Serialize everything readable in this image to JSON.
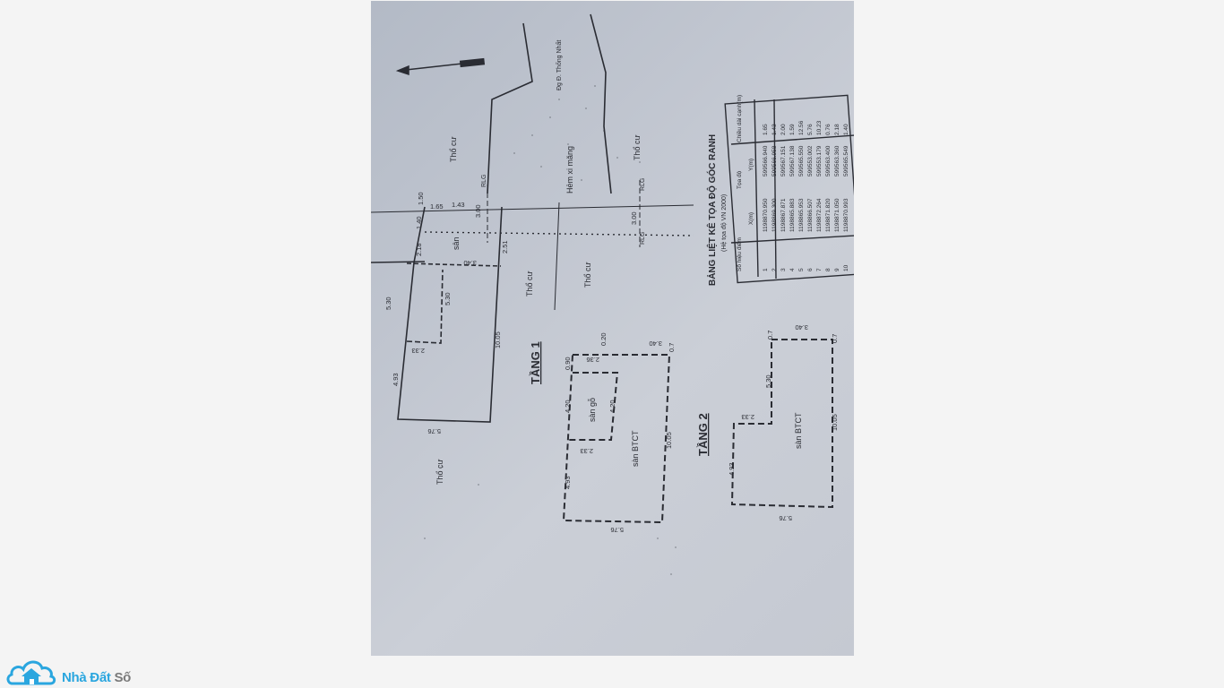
{
  "brand": {
    "part1": "Nhà Đất",
    "part2": " Số",
    "color_primary": "#2aa6df",
    "color_secondary": "#7a7a7a"
  },
  "plan": {
    "road_name": "Đg Đ. Thống Nhất",
    "alley_label": "Hẻm xi măng",
    "land_labels": [
      "Thổ cư",
      "Thổ cư",
      "Thổ cư",
      "Thổ cư",
      "Thổ cư"
    ],
    "rlg": "RLG",
    "floor1_label": "TẦNG 1",
    "floor2_label": "TẦNG 2",
    "san_label": "sân",
    "san_go": "sàn gỗ",
    "san_btct": "sàn BTCT",
    "dims": {
      "d576": "5.76",
      "d493": "4.93",
      "d530": "5.30",
      "d1005": "10.05",
      "d233": "2.33",
      "d340": "3.40",
      "d420": "4.20",
      "d251": "2.51",
      "d300": "3.00",
      "d150": "1.50",
      "d140": "1.40",
      "d165": "1.65",
      "d143": "1.43",
      "d218": "2.18",
      "d236": "2.36",
      "d020": "0.20",
      "d090": "0.90",
      "d07": "0.7"
    }
  },
  "coord_table": {
    "title": "BẢNG LIỆT KÊ TỌA ĐỘ GÓC RANH",
    "subtitle": "(Hệ tọa độ VN 2000)",
    "headers": [
      "Số hiệu điểm",
      "X(m)",
      "Y(m)",
      "Chiều dài cạnh(m)"
    ],
    "group_header": "Tọa độ",
    "rows": [
      [
        "1",
        "1198870.950",
        "599566.940",
        "1.65"
      ],
      [
        "2",
        "1198869.300",
        "599566.958",
        "1.43"
      ],
      [
        "3",
        "1198867.871",
        "599567.151",
        "2.00"
      ],
      [
        "4",
        "1198865.883",
        "599567.138",
        "1.59"
      ],
      [
        "5",
        "1198865.953",
        "599565.550",
        "12.56"
      ],
      [
        "6",
        "1198866.507",
        "599553.002",
        "5.76"
      ],
      [
        "7",
        "1198872.264",
        "599553.179",
        "10.23"
      ],
      [
        "8",
        "1198871.820",
        "599563.400",
        "0.76"
      ],
      [
        "9",
        "1198871.050",
        "599563.360",
        "2.18"
      ],
      [
        "10",
        "1198870.993",
        "599565.549",
        "1.40"
      ]
    ]
  }
}
